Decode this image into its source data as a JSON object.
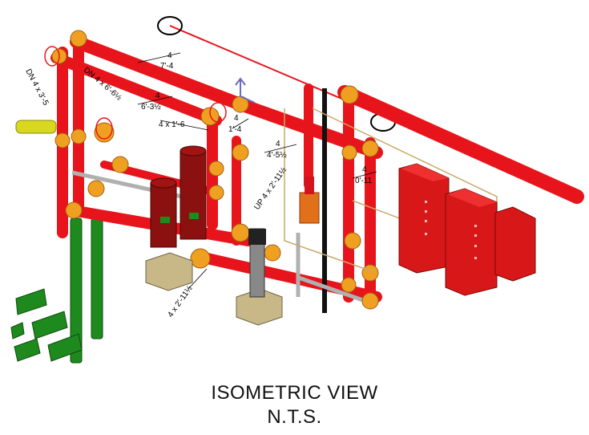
{
  "drawing": {
    "title": "ISOMETRIC VIEW",
    "subtitle": "N.T.S."
  },
  "dimensions": {
    "dn_4x3_5": "DN 4 x 3'-5",
    "dn_4x6_6": "DN 4 x 6'-6½",
    "top_4": "4",
    "top_7_4": "7'-4",
    "mid_4": "4",
    "mid_6_3": "6'-3½",
    "d_4x1_6": "4 x 1'-6",
    "d_4_a": "4",
    "d_1_4": "1'-4",
    "d_4_b": "4",
    "d_4_5": "4'-5½",
    "d_4_c": "4",
    "d_0_11": "0'-11",
    "up_4x2_11": "UP 4 x 2'-11½",
    "d_4x2_11": "4 x 2'-11½"
  },
  "colors": {
    "pipe_red": "#e8141c",
    "pipe_dark_red": "#8b1010",
    "fitting_orange": "#f0a020",
    "pipe_green": "#1e8a1e",
    "pipe_yellow": "#d8d820",
    "base_tan": "#c8b888",
    "panel_red": "#d81818"
  }
}
